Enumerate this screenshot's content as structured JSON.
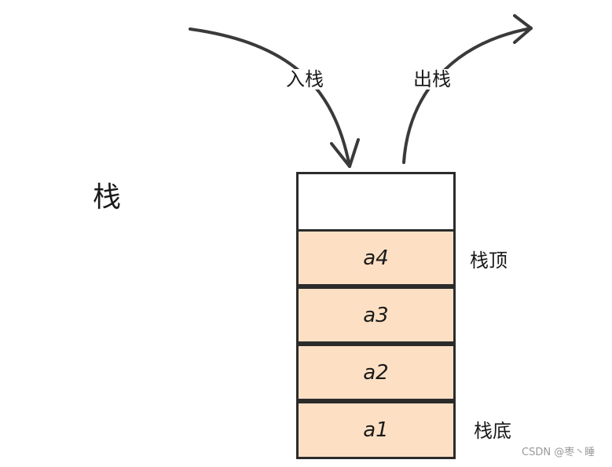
{
  "title": "栈",
  "push_label": "入栈",
  "pop_label": "出栈",
  "top_label": "栈顶",
  "bottom_label": "栈底",
  "cells": [
    "",
    "a4",
    "a3",
    "a2",
    "a1"
  ],
  "watermark": "CSDN @枣丶睡",
  "colors": {
    "cell_fill": "#fde0c4",
    "stroke": "#2b2b2b"
  }
}
